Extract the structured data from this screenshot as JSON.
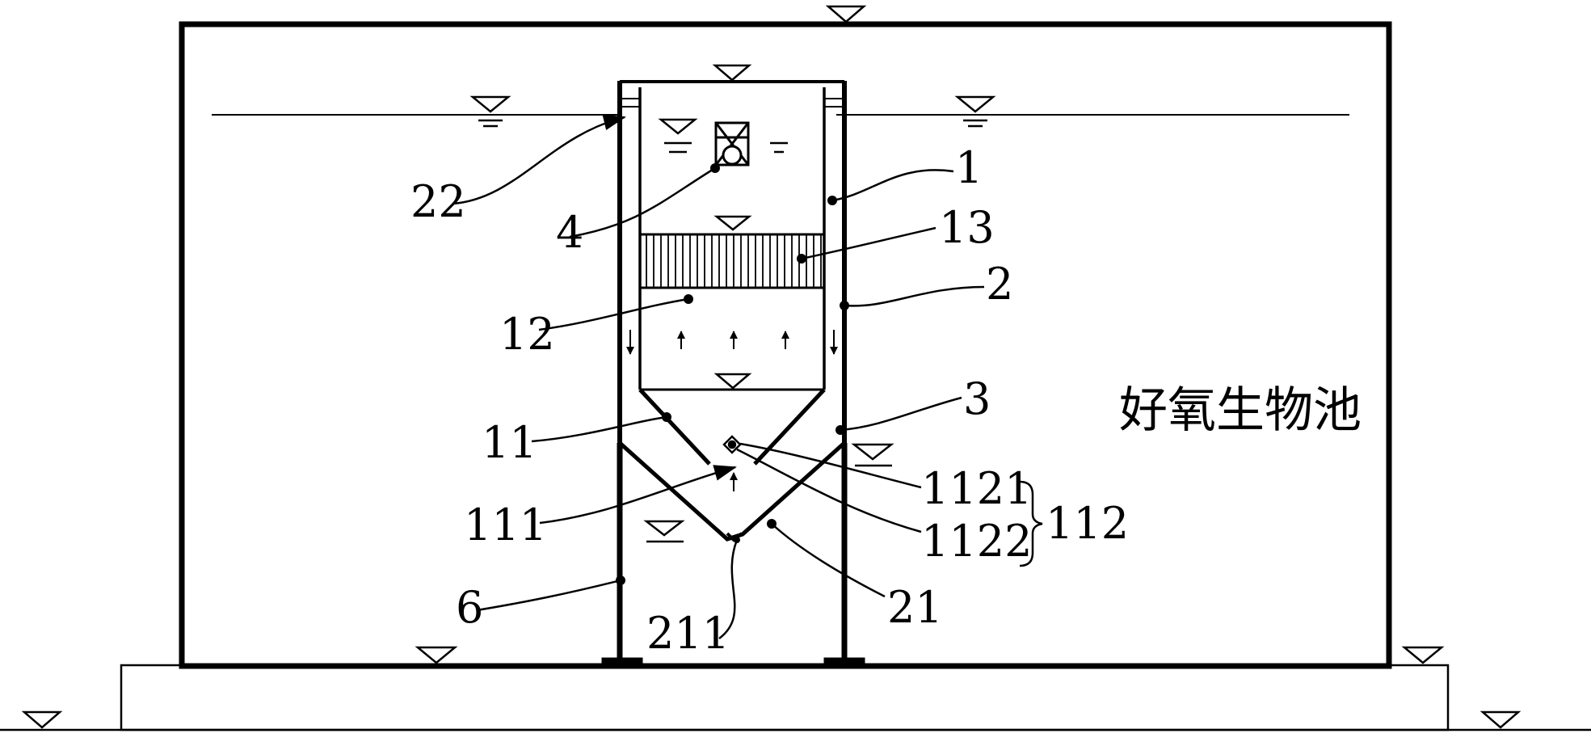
{
  "pool_name": "好氧生物池",
  "labels": {
    "l1": "1",
    "l2": "2",
    "l3": "3",
    "l4": "4",
    "l6": "6",
    "l11": "11",
    "l12": "12",
    "l13": "13",
    "l21": "21",
    "l22": "22",
    "l111": "111",
    "l112": "112",
    "l211": "211",
    "l1121": "1121",
    "l1122": "1122"
  }
}
